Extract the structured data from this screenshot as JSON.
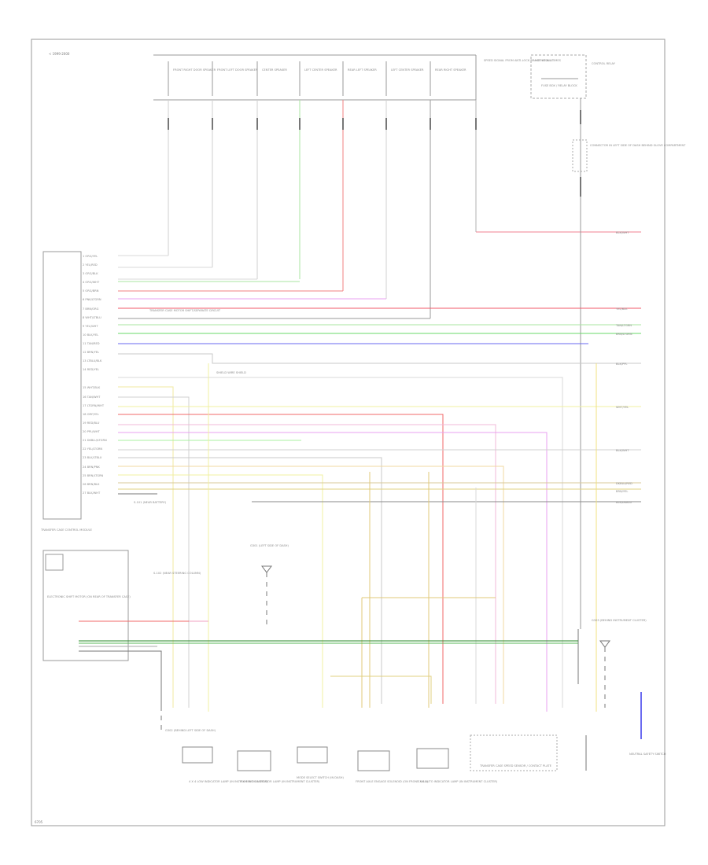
{
  "diagram": {
    "header_text": "< 1999-2000",
    "footer_text": "6705"
  },
  "connectors_top": [
    "FRONT RIGHT DOOR SPEAKER",
    "FRONT LEFT DOOR SPEAKER",
    "CENTER SPEAKER",
    "LEFT CENTER SPEAKER",
    "REAR LEFT SPEAKER",
    "LEFT CENTER SPEAKER",
    "REAR RIGHT SPEAKER",
    "SPEED SIGNAL FROM ANTI-LOCK BRAKE MODULE"
  ],
  "top_right_relay": {
    "title": "HOT AT ALL TIMES",
    "label": "FUSE BOX / RELAY BLOCK",
    "side_label": "CONTROL RELAY"
  },
  "splice_labels": {
    "mid_right": "CONNECTOR IN LEFT SIDE OF DASH BEHIND GLOVE COMPARTMENT",
    "left_module": "TRANSFER CASE CONTROL MODULE",
    "shift_motor": "ELECTRONIC SHIFT MOTOR (ON REAR OF TRANSFER CASE)",
    "ground_left": "G302 (BEHIND LEFT SIDE OF DASH)",
    "ground_mid": "G301 (LEFT SIDE OF DASH)",
    "ground_right": "G303 (BEHIND INSTRUMENT CLUSTER)",
    "splice_label": "S-101 (NEAR BATTERY)",
    "splice_label2": "S-102 (NEAR STEERING COLUMN)",
    "rear_label": "SHIELD WIRE SHIELD"
  },
  "bottom_components": [
    "4 X 4 LOW INDICATOR LAMP (IN INSTRUMENT CLUSTER)",
    "4 X 4 HIGH INDICATOR LAMP (IN INSTRUMENT CLUSTER)",
    "MODE SELECT SWITCH (IN DASH)",
    "FRONT AXLE ENGAGE SOLENOID (ON FRONT AXLE)",
    "4 X 4 AUTO INDICATOR LAMP (IN INSTRUMENT CLUSTER)",
    "TRANSFER CASE SPEED SENSOR / CONTACT PLATE",
    "NEUTRAL SAFETY SWITCH"
  ],
  "module_pins": [
    "1 ORG/YEL",
    "2 YEL/RED",
    "3 ORG/BLK",
    "4 ORG/WHT",
    "5 ORG/BRN",
    "6 PNK/LTGRN",
    "7 BRN/ORG",
    "8 WHT/LTBLU",
    "9 YEL/WHT",
    "10 BLK/YEL",
    "11 TAN/RED",
    "12 BRN/YEL",
    "13 LTBLU/BLK",
    "14 RED/YEL",
    "15 WHT/BLK",
    "16 TAN/WHT",
    "17 LTGRN/WHT",
    "18 GRY/YEL",
    "19 RED/BLU",
    "20 PPL/WHT",
    "21 DKBLU/LTGRN",
    "22 YEL/LTGRN",
    "23 BLK/LTBLU",
    "24 BRN/PNK",
    "25 BRN/LTGRN",
    "26 BRN/BLK",
    "27 BLK/WHT"
  ],
  "wire_end_labels": [
    "BLK/WHT",
    "YEL/BLK",
    "TAN/LTGRN",
    "BRN/LTGRN",
    "BLK/PPL",
    "WHT/YEL",
    "BLK/WHT",
    "DKBLU/RED",
    "BRN/YEL",
    "BLK/DKBLU"
  ],
  "legend_note": "TRANSFER CASE MOTOR SHIFT/SEPARATE CIRCUIT"
}
